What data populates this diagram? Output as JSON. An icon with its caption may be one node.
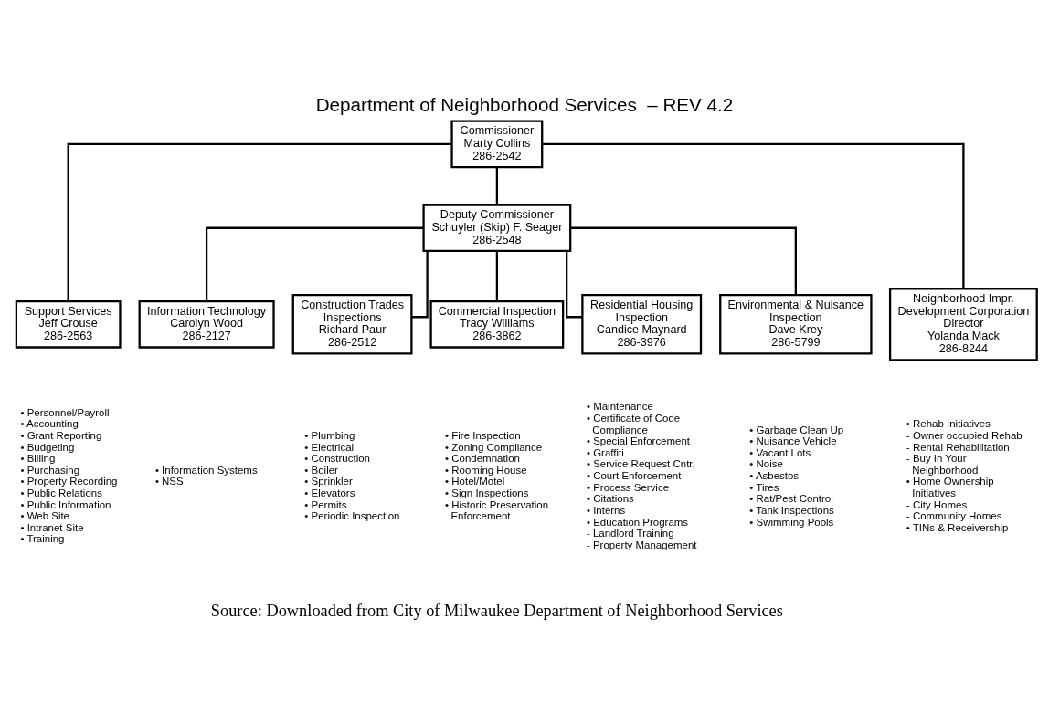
{
  "diagram": {
    "title": "Department of Neighborhood Services  – REV 4.2",
    "caption": "Source: Downloaded from City of Milwaukee Department of Neighborhood Services",
    "nodes": [
      {
        "text": [
          "Commissioner",
          "Marty Collins",
          "286-2542"
        ]
      },
      {
        "text": [
          "Deputy Commissioner",
          "Schuyler (Skip) F. Seager",
          "286-2548"
        ]
      },
      {
        "text": [
          "Support Services",
          "Jeff Crouse",
          "286-2563"
        ],
        "beside": [
          "• Personnel/Payroll",
          "• Accounting",
          "• Grant Reporting",
          "• Budgeting",
          "• Billing",
          "• Purchasing",
          "• Property Recording",
          "• Public Relations",
          "• Public Information",
          "• Web Site",
          "• Intranet Site",
          "• Training"
        ]
      },
      {
        "text": [
          "Information Technology",
          "Carolyn Wood",
          "286-2127"
        ],
        "beside": [
          "• Information Systems",
          "• NSS"
        ]
      },
      {
        "text": [
          "Construction Trades Inspections",
          "Richard Paur",
          "286-2512"
        ],
        "beside": [
          "• Plumbing",
          "• Electrical",
          "• Construction",
          "• Boiler",
          "• Sprinkler",
          "• Elevators",
          "• Permits",
          "• Periodic Inspection"
        ]
      },
      {
        "text": [
          "Commercial Inspection",
          "Tracy Williams",
          "286-3862"
        ],
        "beside": [
          "• Fire Inspection",
          "• Zoning Compliance",
          "• Condemnation",
          "• Rooming House",
          "• Hotel/Motel",
          "• Sign Inspections",
          "• Historic Preservation Enforcement"
        ]
      },
      {
        "text": [
          "Residential Housing Inspection",
          "Candice Maynard",
          "286-3976"
        ],
        "beside": [
          "• Maintenance",
          "• Certificate of Code Compliance",
          "• Special Enforcement",
          "• Graffiti",
          "• Service Request Cntr.",
          "• Court Enforcement",
          "• Process Service",
          "• Citations",
          "• Interns",
          "• Education Programs",
          "- Landlord Training",
          "- Property Management"
        ]
      },
      {
        "text": [
          "Environmental & Nuisance Inspection",
          "Dave Krey",
          "286-5799"
        ],
        "beside": [
          "• Garbage Clean Up",
          "• Nuisance Vehicle",
          "• Vacant Lots",
          "• Noise",
          "• Asbestos",
          "• Tires",
          "• Rat/Pest Control",
          "• Tank Inspections",
          "• Swimming Pools"
        ]
      },
      {
        "text": [
          "Neighborhood Impr. Development Corporation",
          "Director",
          "Yolanda Mack",
          "286-8244"
        ],
        "beside": [
          "• Rehab Initiatives",
          "- Owner occupied Rehab",
          "- Rental Rehabilitation",
          "- Buy In Your Neighborhood",
          "• Home Ownership Initiatives",
          "- City Homes",
          "- Community Homes",
          "• TINs & Receivership"
        ]
      }
    ],
    "edges": [
      {
        "from": 0,
        "to": 2,
        "arrow": "none"
      },
      {
        "from": 0,
        "to": 1,
        "arrow": "none"
      },
      {
        "from": 0,
        "to": 8,
        "arrow": "none"
      },
      {
        "from": 1,
        "to": 3,
        "arrow": "none"
      },
      {
        "from": 1,
        "to": 4,
        "arrow": "none"
      },
      {
        "from": 1,
        "to": 5,
        "arrow": "none"
      },
      {
        "from": 1,
        "to": 6,
        "arrow": "none"
      },
      {
        "from": 1,
        "to": 7,
        "arrow": "none"
      }
    ]
  }
}
